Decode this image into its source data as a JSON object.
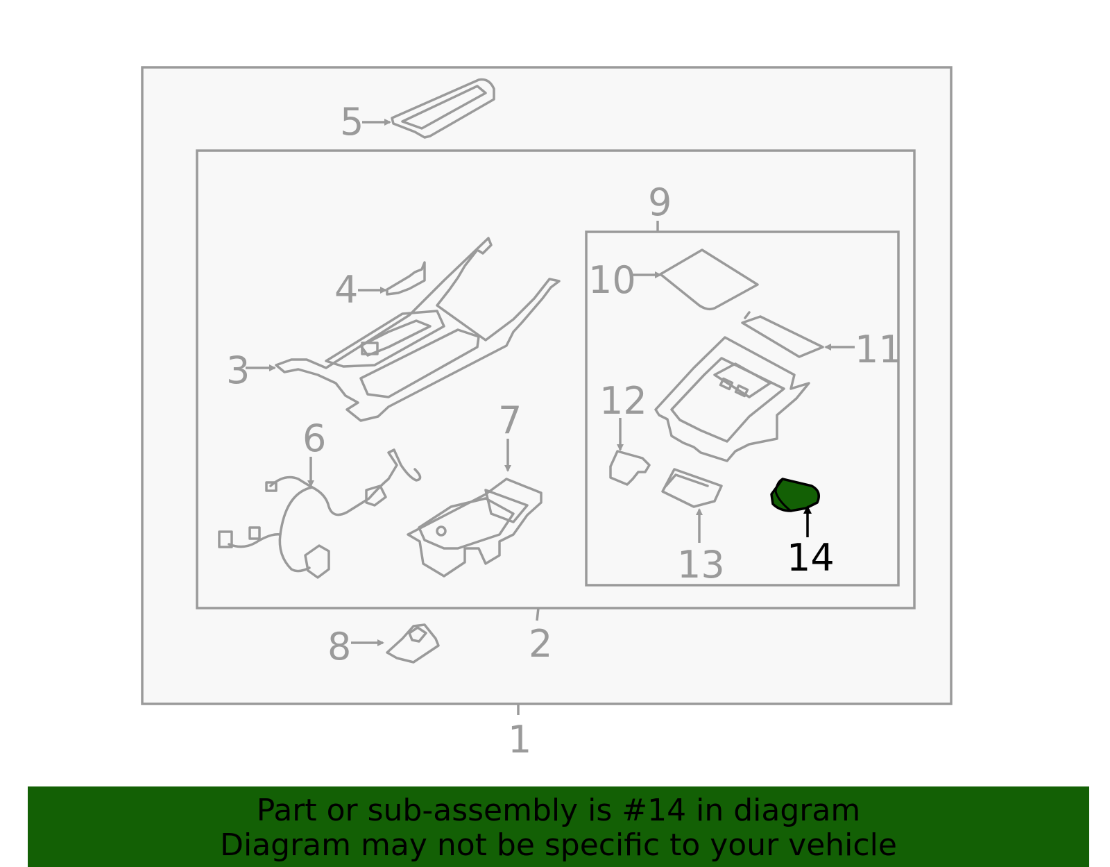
{
  "diagram": {
    "highlight_color": "#136005",
    "outline_color": "#9a9a9a",
    "callouts": [
      "1",
      "2",
      "3",
      "4",
      "5",
      "6",
      "7",
      "8",
      "9",
      "10",
      "11",
      "12",
      "13",
      "14"
    ],
    "highlighted_callout": "14"
  },
  "banner": {
    "line1": "Part or sub-assembly is #14 in diagram",
    "line2": "Diagram may not be specific to your vehicle",
    "background": "#136005"
  }
}
